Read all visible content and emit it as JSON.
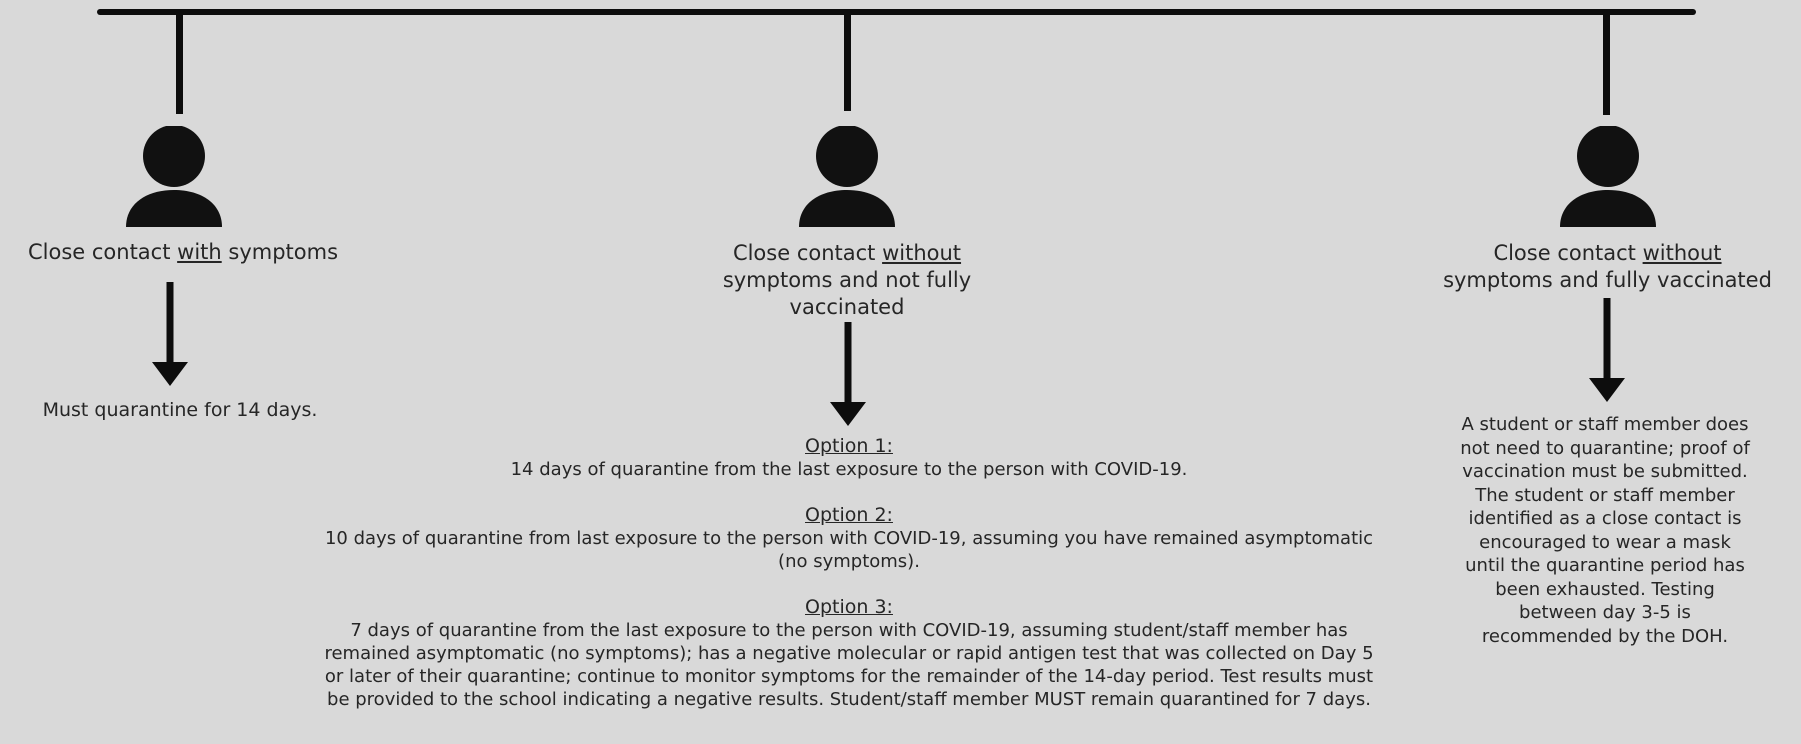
{
  "columns": [
    {
      "label_pre": "Close contact ",
      "label_emph": "with",
      "label_post": " symptoms",
      "result": "Must quarantine for 14 days."
    },
    {
      "label_pre": "Close contact ",
      "label_emph": "without",
      "label_post": "symptoms and not fully vaccinated",
      "options": [
        {
          "title": "Option 1:",
          "text": "14 days of quarantine from the last exposure to the person with COVID-19."
        },
        {
          "title": "Option 2:",
          "text": "10 days of quarantine from last exposure to the person with COVID-19, assuming you have remained asymptomatic (no symptoms)."
        },
        {
          "title": "Option 3:",
          "text": "7 days of quarantine from the last exposure to the person with COVID-19, assuming student/staff member has remained asymptomatic (no symptoms); has a negative molecular or rapid antigen test that was collected on Day 5 or later of their quarantine; continue to monitor symptoms for the remainder of the 14-day period. Test results must be provided to the school indicating a negative results. Student/staff member MUST remain quarantined for 7 days."
        }
      ]
    },
    {
      "label_pre": "Close contact ",
      "label_emph": "without",
      "label_post": "symptoms and fully vaccinated",
      "result": "A student or staff member does not need to quarantine; proof of vaccination must be submitted. The student or staff member identified as a close contact is encouraged to wear a mask until the quarantine period has been exhausted. Testing between day 3-5 is recommended by the DOH."
    }
  ]
}
